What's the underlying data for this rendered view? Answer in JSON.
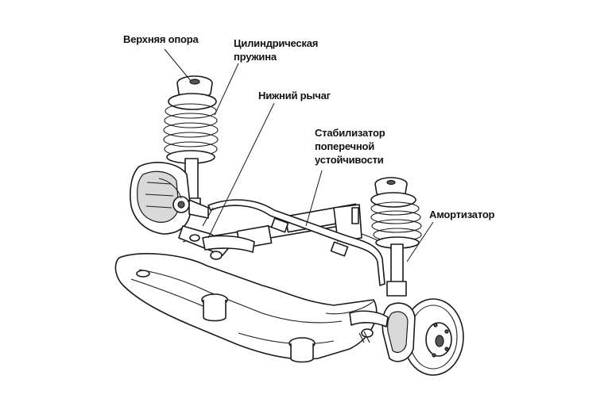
{
  "labels": {
    "upper_mount": "Верхняя опора",
    "coil_spring": "Цилиндрическая\nпружина",
    "lower_arm": "Нижний рычаг",
    "stabilizer": "Стабилизатор\nпоперечной\nустойчивости",
    "shock_absorber": "Амортизатор"
  },
  "colors": {
    "line": "#1a1a1a",
    "background": "#ffffff",
    "shade": "#d9d9d9"
  }
}
